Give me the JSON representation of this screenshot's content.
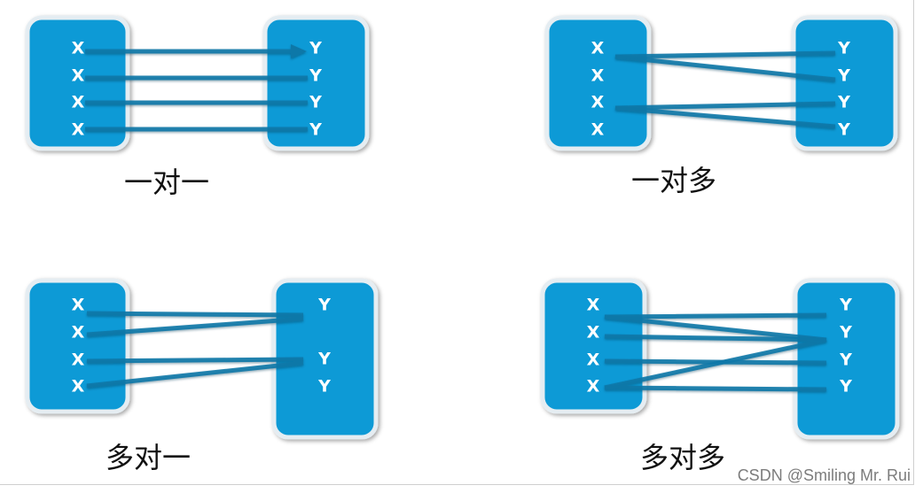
{
  "panels": [
    {
      "id": "one-to-one",
      "title": "一对一",
      "x_labels": [
        "X",
        "X",
        "X",
        "X"
      ],
      "y_labels": [
        "Y",
        "Y",
        "Y",
        "Y"
      ]
    },
    {
      "id": "one-to-many",
      "title": "一对多",
      "x_labels": [
        "X",
        "X",
        "X",
        "X"
      ],
      "y_labels": [
        "Y",
        "Y",
        "Y",
        "Y"
      ]
    },
    {
      "id": "many-to-one",
      "title": "多对一",
      "x_labels": [
        "X",
        "X",
        "X",
        "X"
      ],
      "y_labels": [
        "Y",
        "Y",
        "Y"
      ]
    },
    {
      "id": "many-to-many",
      "title": "多对多",
      "x_labels": [
        "X",
        "X",
        "X",
        "X"
      ],
      "y_labels": [
        "Y",
        "Y",
        "Y",
        "Y"
      ]
    }
  ],
  "colors": {
    "box_fill": "#0a9ad6",
    "box_border": "#e5edf2",
    "connector": "#0e78a8",
    "label": "#ffffff",
    "title": "#111111"
  },
  "watermark": "CSDN @Smiling Mr. Rui"
}
